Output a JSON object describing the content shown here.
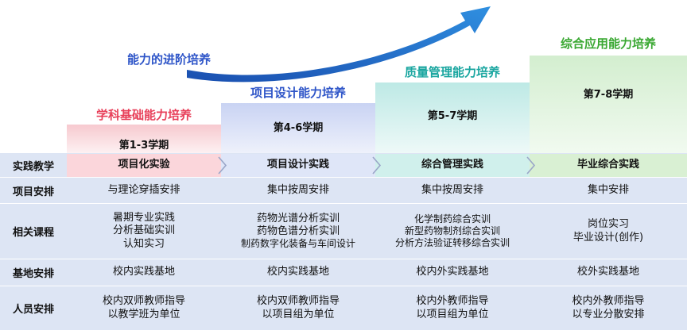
{
  "growth_label": "能力的进阶培养",
  "stages": [
    {
      "title": "学科基础能力培养",
      "semester": "第1-3学期",
      "title_color": "#e8405a"
    },
    {
      "title": "项目设计能力培养",
      "semester": "第4-6学期",
      "title_color": "#2e55c8"
    },
    {
      "title": "质量管理能力培养",
      "semester": "第5-7学期",
      "title_color": "#1aa6a0"
    },
    {
      "title": "综合应用能力培养",
      "semester": "第7-8学期",
      "title_color": "#3aa832"
    }
  ],
  "rows": [
    {
      "label": "实践教学",
      "cells": [
        "项目化实验",
        "项目设计实践",
        "综合管理实践",
        "毕业综合实践"
      ]
    },
    {
      "label": "项目安排",
      "cells": [
        "与理论穿插安排",
        "集中按周安排",
        "集中按周安排",
        "集中安排"
      ]
    },
    {
      "label": "相关课程",
      "cells": [
        [
          "暑期专业实践",
          "分析基础实训",
          "认知实习"
        ],
        [
          "药物光谱分析实训",
          "药物色谱分析实训",
          "制药数字化装备与车间设计"
        ],
        [
          "化学制药综合实训",
          "新型药物制剂综合实训",
          "分析方法验证转移综合实训"
        ],
        [
          "岗位实习",
          "毕业设计(创作)"
        ]
      ]
    },
    {
      "label": "基地安排",
      "cells": [
        "校内实践基地",
        "校内实践基地",
        "校内外实践基地",
        "校外实践基地"
      ]
    },
    {
      "label": "人员安排",
      "cells": [
        [
          "校内双师教师指导",
          "以教学班为单位"
        ],
        [
          "校内双师教师指导",
          "以项目组为单位"
        ],
        [
          "校内外教师指导",
          "以项目组为单位"
        ],
        [
          "校内外教师指导",
          "以专业分散安排"
        ]
      ]
    }
  ]
}
